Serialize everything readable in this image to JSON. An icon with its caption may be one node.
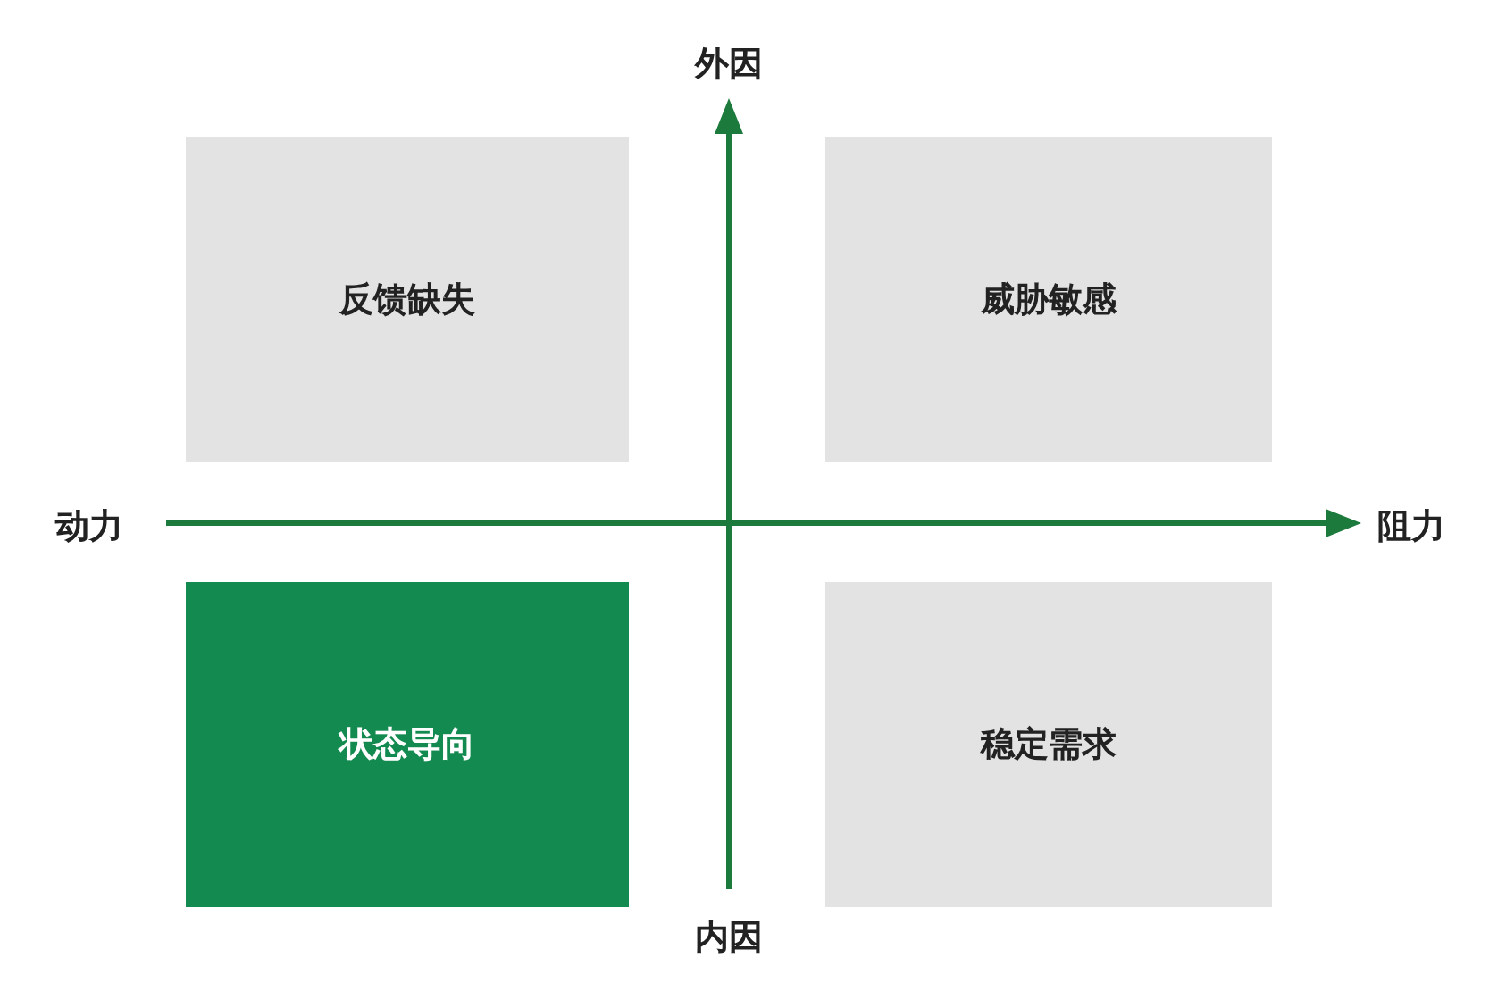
{
  "diagram": {
    "nodes": [
      {
        "text": [
          "反馈缺失"
        ]
      },
      {
        "text": [
          "威胁敏感"
        ]
      },
      {
        "text": [
          "状态导向"
        ]
      },
      {
        "text": [
          "稳定需求"
        ]
      }
    ],
    "labels": [
      "外因",
      "动力",
      "阻力",
      "内因"
    ]
  }
}
